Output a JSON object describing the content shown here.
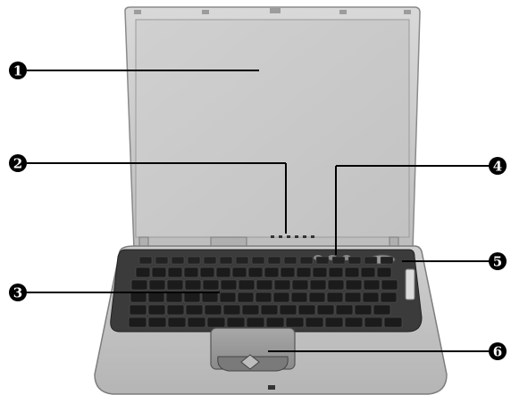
{
  "colors": {
    "background": "#ffffff",
    "lid_silver": "#cfcfcf",
    "screen_gray": "#c9c9c9",
    "keyboard_dark": "#3a3a3a",
    "key_black": "#1a1a1a",
    "callout_black": "#000000"
  },
  "callouts": [
    {
      "number": "1",
      "target": "display-screen"
    },
    {
      "number": "2",
      "target": "status-indicator-lights"
    },
    {
      "number": "3",
      "target": "keyboard"
    },
    {
      "number": "4",
      "target": "quick-launch-buttons"
    },
    {
      "number": "5",
      "target": "power-button"
    },
    {
      "number": "6",
      "target": "touchpad"
    }
  ]
}
